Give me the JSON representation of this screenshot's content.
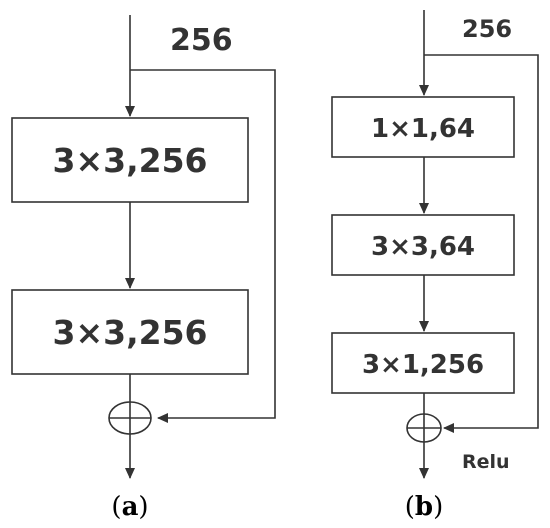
{
  "diagram_a": {
    "input_label": "256",
    "blocks": [
      "3×3,256",
      "3×3,256"
    ],
    "caption_open": "(",
    "caption_letter": "a",
    "caption_close": ")"
  },
  "diagram_b": {
    "input_label": "256",
    "blocks": [
      "1×1,64",
      "3×3,64",
      "3×1,256"
    ],
    "activation_label": "Relu",
    "caption_open": "(",
    "caption_letter": "b",
    "caption_close": ")"
  },
  "colors": {
    "stroke": "#333333",
    "text": "#333333",
    "background": "#ffffff"
  },
  "icons": {
    "add_node": "circled-plus-icon"
  }
}
